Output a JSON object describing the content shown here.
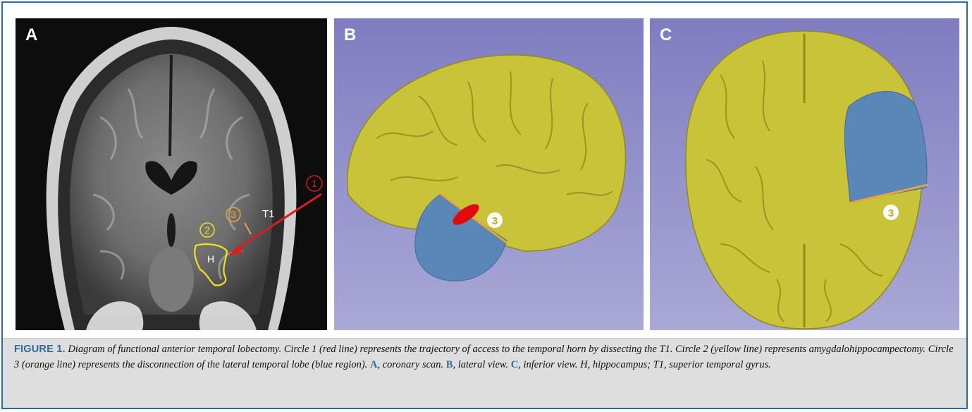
{
  "panels": {
    "a": {
      "letter": "A",
      "circle_1": "1",
      "circle_2": "2",
      "circle_3": "3",
      "label_t1": "T1",
      "label_h": "H"
    },
    "b": {
      "letter": "B",
      "circle_3": "3"
    },
    "c": {
      "letter": "C",
      "circle_3": "3"
    }
  },
  "colors": {
    "border": "#2e6aa1",
    "caption_band": "#dedede",
    "brain": "#c9c33a",
    "temporal_region": "#5a86b8",
    "render_background": "#8a88c6",
    "trajectory_red": "#d42020",
    "hippocampus_yellow": "#f2e21a",
    "disconnection_orange": "#e7a53a"
  },
  "caption": {
    "label": "FIGURE 1.",
    "text_1": "Diagram of functional anterior temporal lobectomy. Circle 1 (red line) represents the trajectory of access to the temporal horn by dissecting the T1. Circle 2 (yellow line) represents amygdalohippocampectomy. Circle 3 (orange line) represents the disconnection of the lateral temporal lobe (blue region).",
    "ref_a": "A",
    "text_2": ", coronary scan.",
    "ref_b": "B",
    "text_3": ", lateral view.",
    "ref_c": "C",
    "text_4": ", inferior view. H, hippocampus; T1, superior temporal gyrus."
  }
}
